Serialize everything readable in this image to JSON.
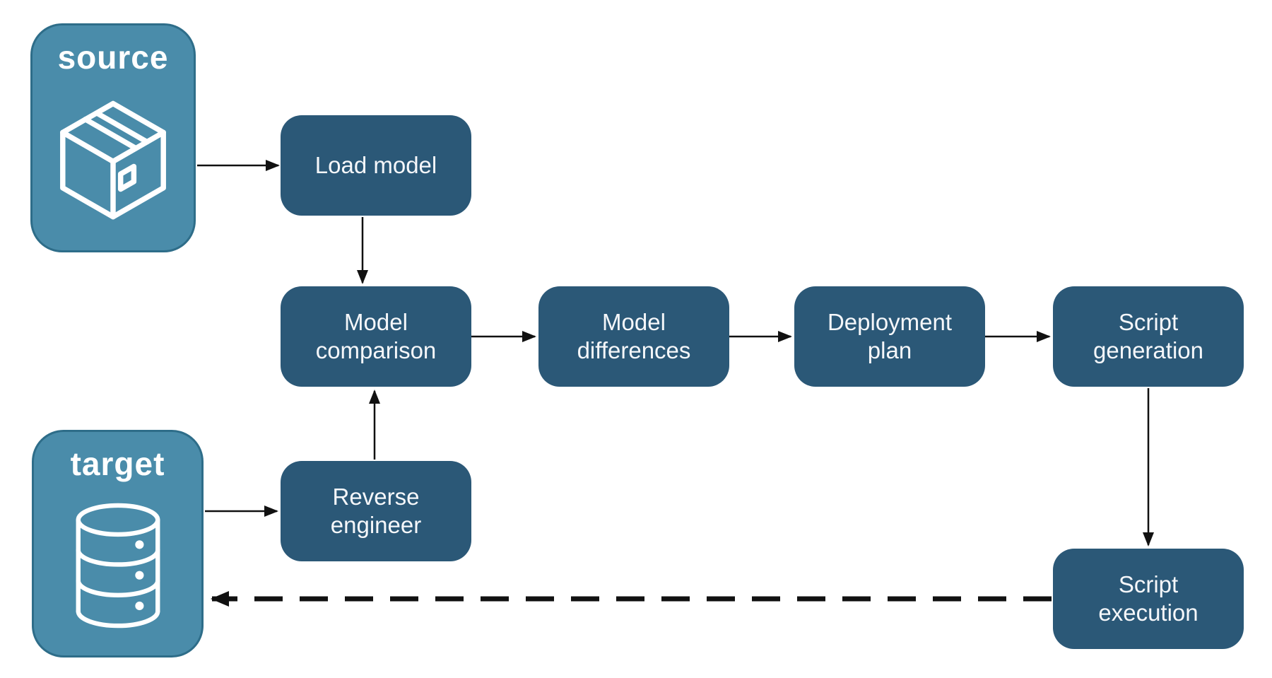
{
  "containers": {
    "source": {
      "label": "source",
      "icon": "package-box-icon"
    },
    "target": {
      "label": "target",
      "icon": "database-icon"
    }
  },
  "steps": {
    "load_model": {
      "label": "Load model"
    },
    "model_comparison": {
      "label": "Model comparison"
    },
    "model_differences": {
      "label": "Model differences"
    },
    "deployment_plan": {
      "label": "Deployment plan"
    },
    "script_generation": {
      "label": "Script generation"
    },
    "reverse_engineer": {
      "label": "Reverse engineer"
    },
    "script_execution": {
      "label": "Script execution"
    }
  },
  "edges": [
    {
      "from": "source",
      "to": "load_model",
      "style": "solid"
    },
    {
      "from": "load_model",
      "to": "model_comparison",
      "style": "solid"
    },
    {
      "from": "model_comparison",
      "to": "model_differences",
      "style": "solid"
    },
    {
      "from": "model_differences",
      "to": "deployment_plan",
      "style": "solid"
    },
    {
      "from": "deployment_plan",
      "to": "script_generation",
      "style": "solid"
    },
    {
      "from": "script_generation",
      "to": "script_execution",
      "style": "solid"
    },
    {
      "from": "target",
      "to": "reverse_engineer",
      "style": "solid"
    },
    {
      "from": "reverse_engineer",
      "to": "model_comparison",
      "style": "solid"
    },
    {
      "from": "script_execution",
      "to": "target",
      "style": "dashed"
    }
  ],
  "colors": {
    "step_fill": "#2b5877",
    "endpoint_fill": "#4a8caa",
    "endpoint_border": "#2e6d89",
    "label_text": "#ffffff",
    "arrow": "#111111",
    "background": "#ffffff"
  }
}
